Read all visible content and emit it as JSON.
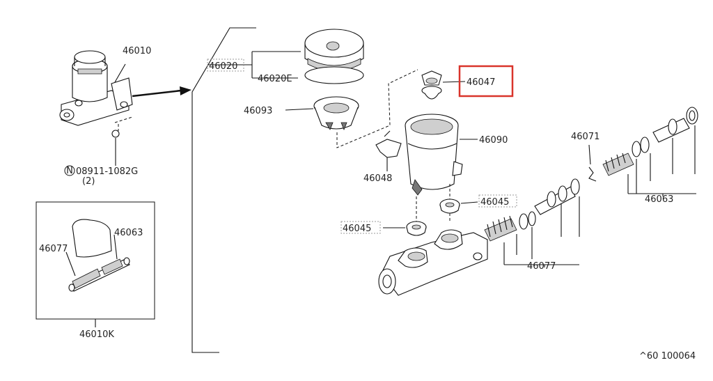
{
  "labels": {
    "p46010": "46010",
    "p46020": "46020",
    "p46020E": "46020E",
    "p46093": "46093",
    "p46047": "46047",
    "p46090": "46090",
    "p46048": "46048",
    "p46071": "46071",
    "p46045_right": "46045",
    "p46045_left": "46045",
    "p46063_right": "46063",
    "p46077_right": "46077",
    "p46063_inset": "46063",
    "p46077_inset": "46077",
    "p46010K": "46010K",
    "bolt_part": "08911-1082G",
    "bolt_prefix": "N",
    "bolt_qty": "(2)",
    "figure_code": "^60 100064"
  },
  "colors": {
    "highlight": "#d9342b",
    "line": "#111111"
  }
}
